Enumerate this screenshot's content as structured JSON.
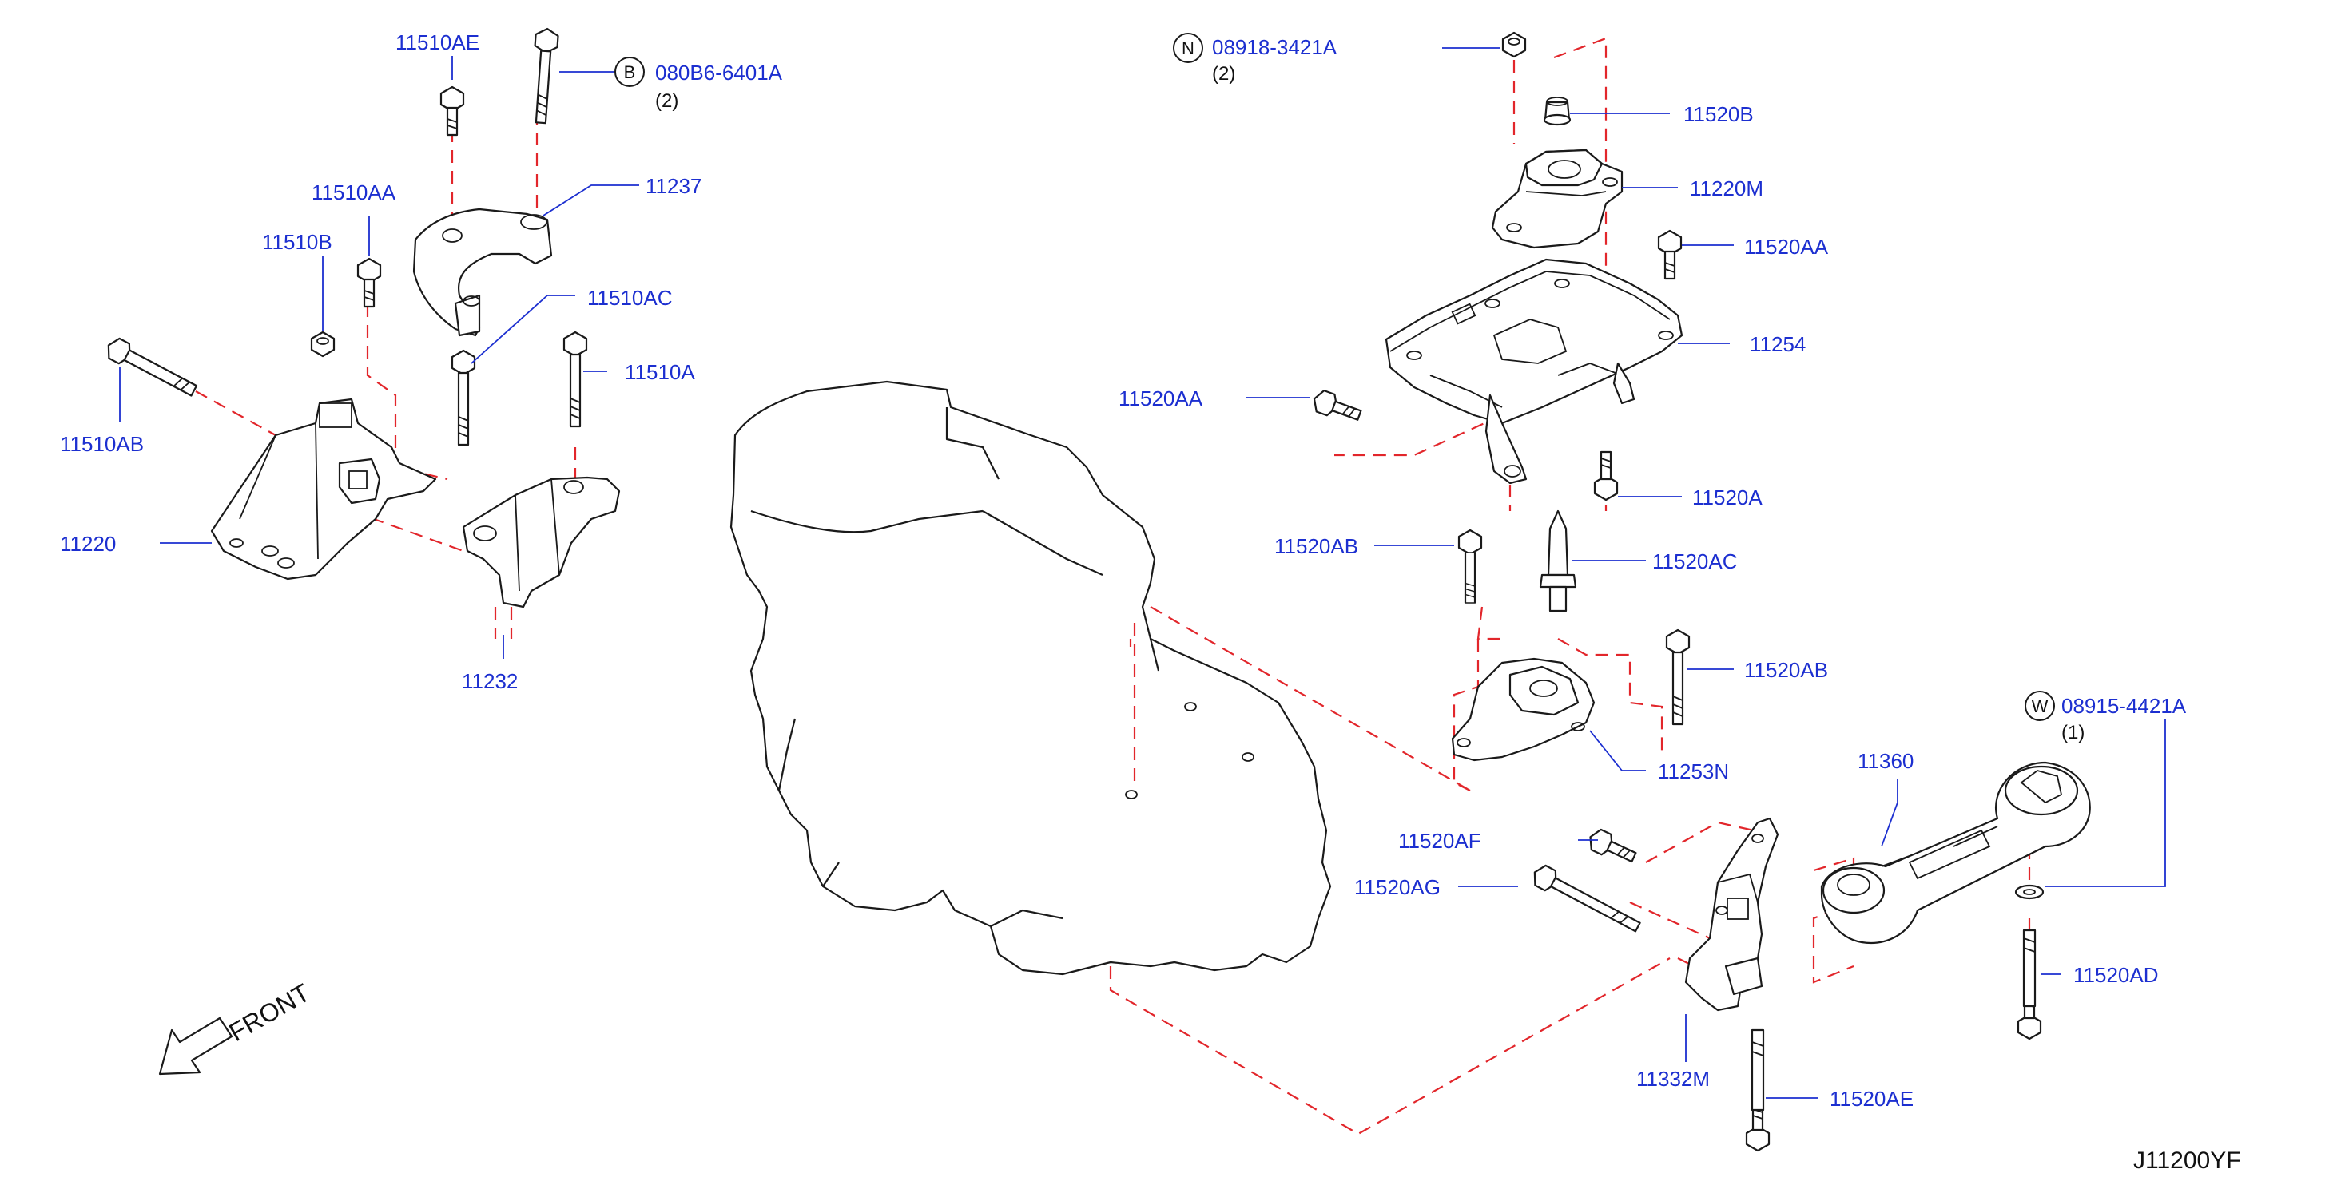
{
  "diagram_code": "J11200YF",
  "front_label": "FRONT",
  "parts": {
    "p11510AE": "11510AE",
    "p080B6": "080B6-6401A",
    "p080B6_qty": "(2)",
    "p080B6_sym": "B",
    "p11237": "11237",
    "p11510AA": "11510AA",
    "p11510B": "11510B",
    "p11510AC": "11510AC",
    "p11510A": "11510A",
    "p11510AB": "11510AB",
    "p11220": "11220",
    "p11232": "11232",
    "p08918": "08918-3421A",
    "p08918_qty": "(2)",
    "p08918_sym": "N",
    "p11520B": "11520B",
    "p11220M": "11220M",
    "p11520AA_r": "11520AA",
    "p11254": "11254",
    "p11520AA_l": "11520AA",
    "p11520A": "11520A",
    "p11520AB_l": "11520AB",
    "p11520AC": "11520AC",
    "p11520AB_r": "11520AB",
    "p11253N": "11253N",
    "p08915": "08915-4421A",
    "p08915_qty": "(1)",
    "p08915_sym": "W",
    "p11360": "11360",
    "p11520AF": "11520AF",
    "p11520AG": "11520AG",
    "p11520AD": "11520AD",
    "p11332M": "11332M",
    "p11520AE": "11520AE"
  },
  "colors": {
    "label": "#1c2fd0",
    "leader": "#1c2fd0",
    "dashed_guides": "#e2262b",
    "parts": "#1a1a1a"
  }
}
